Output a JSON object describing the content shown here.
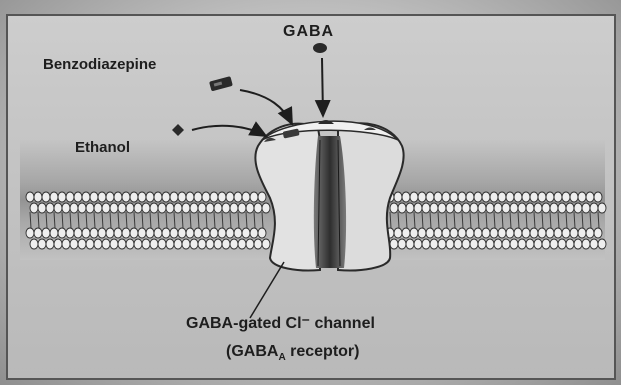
{
  "labels": {
    "gaba": "GABA",
    "benzodiazepine": "Benzodiazepine",
    "ethanol": "Ethanol"
  },
  "caption": {
    "line1": "GABA-gated Cl⁻ channel",
    "line2_prefix": "(GABA",
    "line2_subscript": "A",
    "line2_suffix": " receptor)"
  },
  "colors": {
    "background": "#c4c4c4",
    "ink": "#1e1e1e",
    "membrane_band": "#8c8c8c",
    "head_fill": "#e6e6e6",
    "channel_fill": "#d9d9d9",
    "pore": "#4a4a4a"
  },
  "icons": [
    "gaba-molecule-icon",
    "benzodiazepine-molecule-icon",
    "ethanol-molecule-icon"
  ]
}
